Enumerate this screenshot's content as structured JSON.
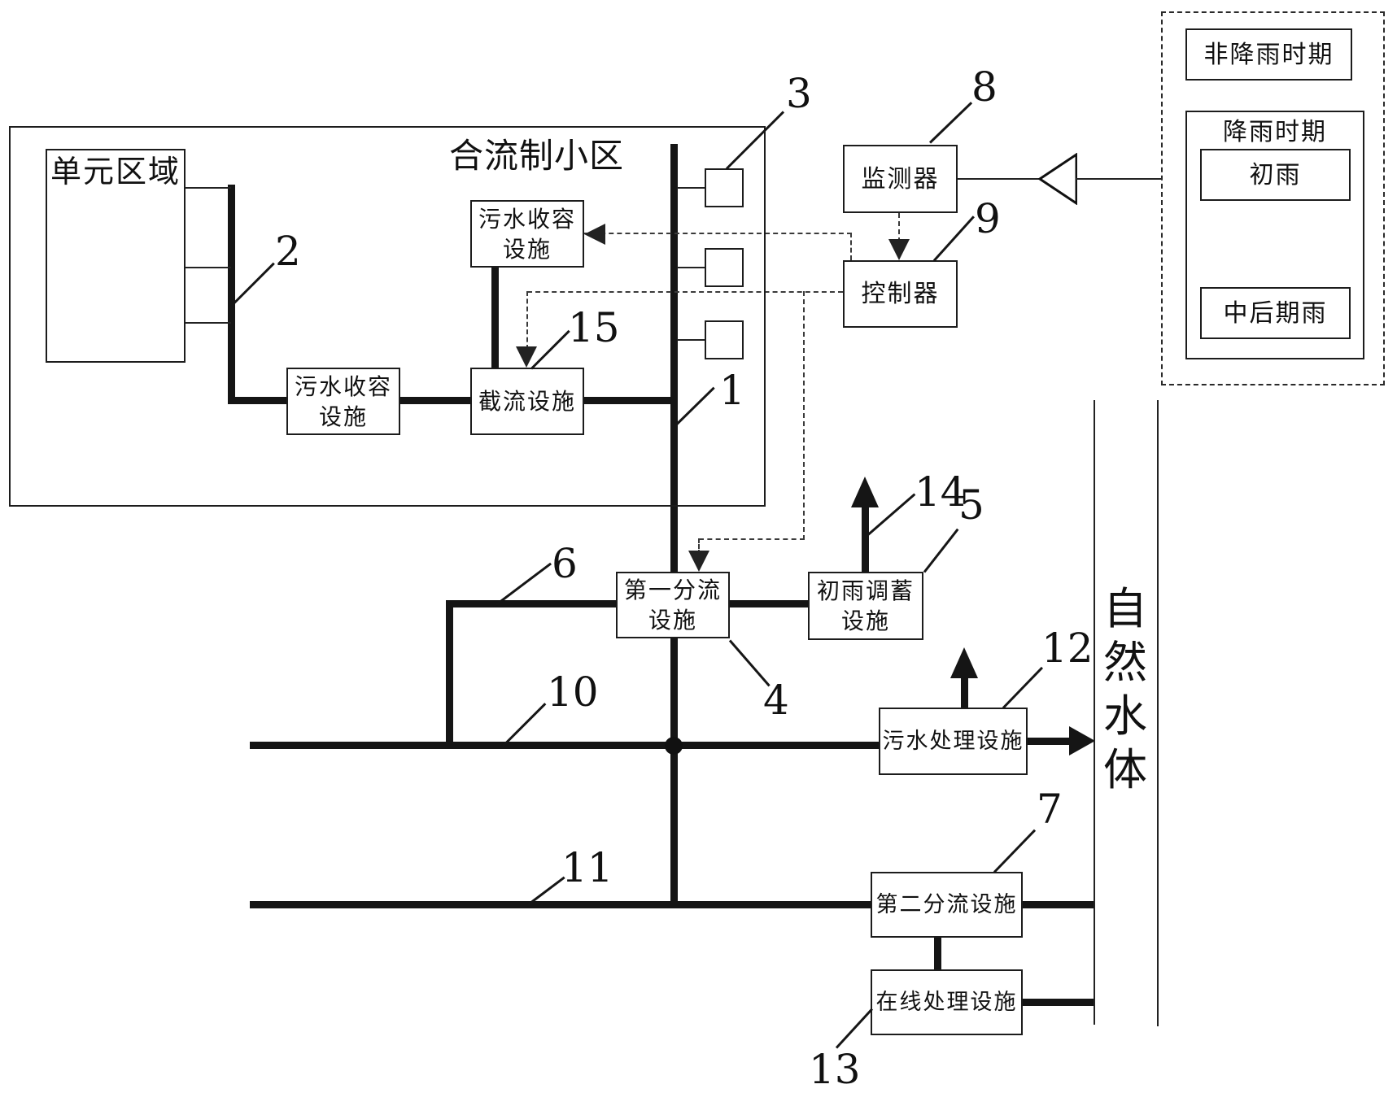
{
  "figure": {
    "district_title": "合流制小区",
    "unit_area": "单元区域",
    "sewage_containment_upper": {
      "line1": "污水收容",
      "line2": "设施"
    },
    "sewage_containment_lower": {
      "line1": "污水收容",
      "line2": "设施"
    },
    "interception": "截流设施",
    "monitor": "监测器",
    "controller": "控制器",
    "first_diversion": {
      "line1": "第一分流",
      "line2": "设施"
    },
    "initial_rain_storage": {
      "line1": "初雨调蓄",
      "line2": "设施"
    },
    "sewage_treatment": "污水处理设施",
    "second_diversion": "第二分流设施",
    "online_treatment": "在线处理设施",
    "natural_water_body": "自然水体",
    "rain_panel": {
      "non_rain_period": "非降雨时期",
      "rain_period": "降雨时期",
      "initial_rain": "初雨",
      "mid_late_rain": "中后期雨"
    },
    "ref_numbers": {
      "n1": "1",
      "n2": "2",
      "n3": "3",
      "n4": "4",
      "n5": "5",
      "n6": "6",
      "n7": "7",
      "n8": "8",
      "n9": "9",
      "n10": "10",
      "n11": "11",
      "n12": "12",
      "n13": "13",
      "n14": "14",
      "n15": "15"
    },
    "line_colors": {
      "stroke": "#151515",
      "dashed": "#3a3a3a"
    }
  }
}
